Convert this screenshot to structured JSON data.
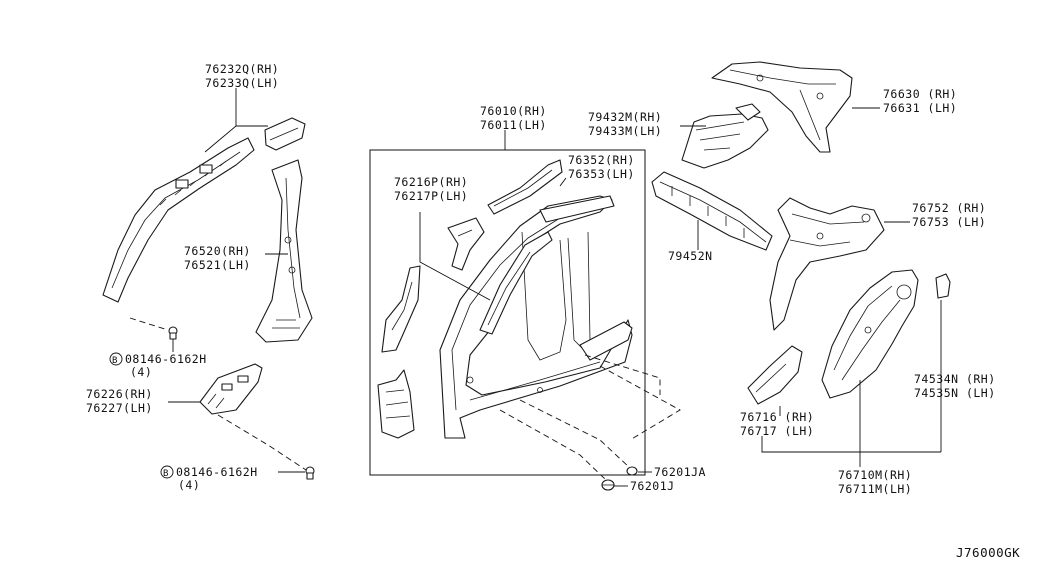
{
  "diagram_code": "J76000GK",
  "parts": {
    "p76232": {
      "rh": "76232Q(RH)",
      "lh": "76233Q(LH)"
    },
    "p76520": {
      "rh": "76520(RH)",
      "lh": "76521(LH)"
    },
    "bolt_a": {
      "num": "08146-6162H",
      "qty": "(4)"
    },
    "p76226": {
      "rh": "76226(RH)",
      "lh": "76227(LH)"
    },
    "bolt_b": {
      "num": "08146-6162H",
      "qty": "(4)"
    },
    "p76010": {
      "rh": "76010(RH)",
      "lh": "76011(LH)"
    },
    "p76216": {
      "rh": "76216P(RH)",
      "lh": "76217P(LH)"
    },
    "p76352": {
      "rh": "76352(RH)",
      "lh": "76353(LH)"
    },
    "p76201JA": "76201JA",
    "p76201J": "76201J",
    "p79432": {
      "rh": "79432M(RH)",
      "lh": "79433M(LH)"
    },
    "p79452": "79452N",
    "p76630": {
      "rh": "76630 (RH)",
      "lh": "76631 (LH)"
    },
    "p76752": {
      "rh": "76752 (RH)",
      "lh": "76753 (LH)"
    },
    "p74534": {
      "rh": "74534N (RH)",
      "lh": "74535N (LH)"
    },
    "p76716": {
      "rh": "76716 (RH)",
      "lh": "76717 (LH)"
    },
    "p76710": {
      "rh": "76710M(RH)",
      "lh": "76711M(LH)"
    }
  },
  "icons": {
    "bolt_marker": "circled-B-icon"
  }
}
